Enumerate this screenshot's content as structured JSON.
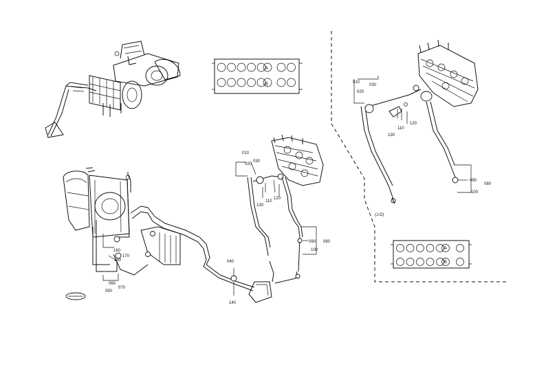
{
  "diagram": {
    "valve_panel_top": {
      "letters": [
        "A",
        "B"
      ]
    },
    "valve_panel_bottom": {
      "letters": [
        "A",
        "B"
      ]
    },
    "left_assembly": {
      "part_numbers": [
        "010",
        "020",
        "030",
        "130",
        "110",
        "120",
        "090",
        "080",
        "100",
        "040",
        "140",
        "160",
        "170",
        "150",
        "060",
        "050",
        "070"
      ]
    },
    "detail_inset": {
      "part_numbers": [
        "010",
        "020",
        "030",
        "110",
        "120",
        "130",
        "090",
        "080",
        "100"
      ],
      "note": "(J.O)"
    },
    "separator": "------"
  }
}
